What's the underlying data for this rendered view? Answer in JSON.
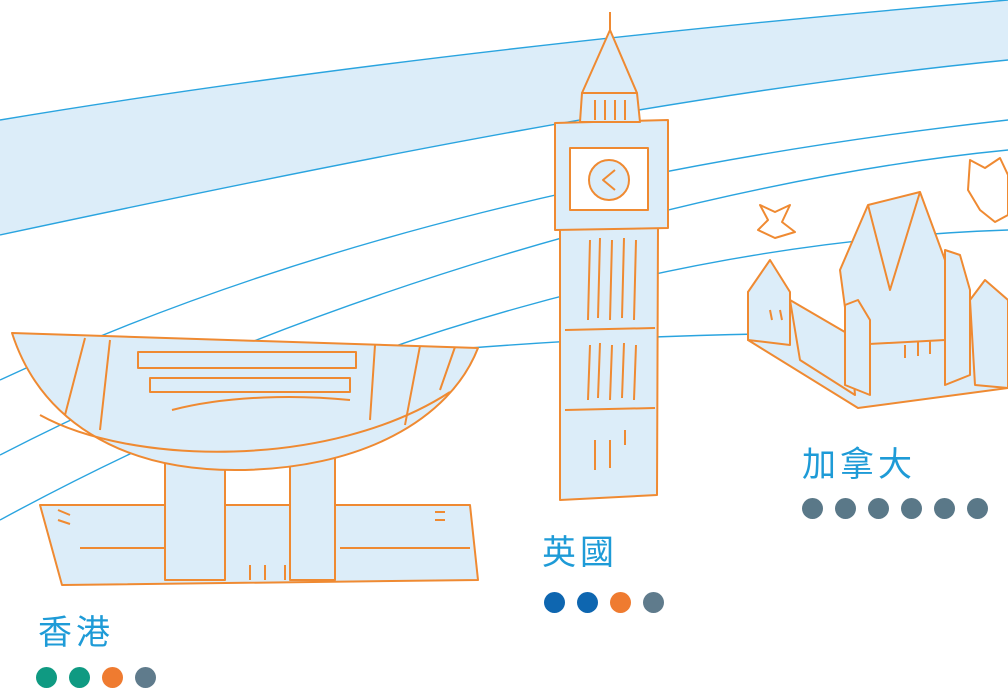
{
  "colors": {
    "label": "#1e9bd7",
    "fill": "#dcedf9",
    "line": "#ef8a32",
    "route": "#2aa4df"
  },
  "destinations": [
    {
      "name": "香港",
      "landmark": "hong-kong-convention-centre-illustration",
      "dots": [
        "#0f9a82",
        "#0f9a82",
        "#ef7b30",
        "#5f7b8c"
      ]
    },
    {
      "name": "英國",
      "landmark": "big-ben-illustration",
      "dots": [
        "#0e66b0",
        "#0e66b0",
        "#ef7b30",
        "#5f7b8c"
      ]
    },
    {
      "name": "加拿大",
      "landmark": "chateau-frontenac-illustration",
      "dots": [
        "#5a7888",
        "#5a7888",
        "#5a7888",
        "#5a7888",
        "#5a7888",
        "#5a7888"
      ]
    }
  ]
}
